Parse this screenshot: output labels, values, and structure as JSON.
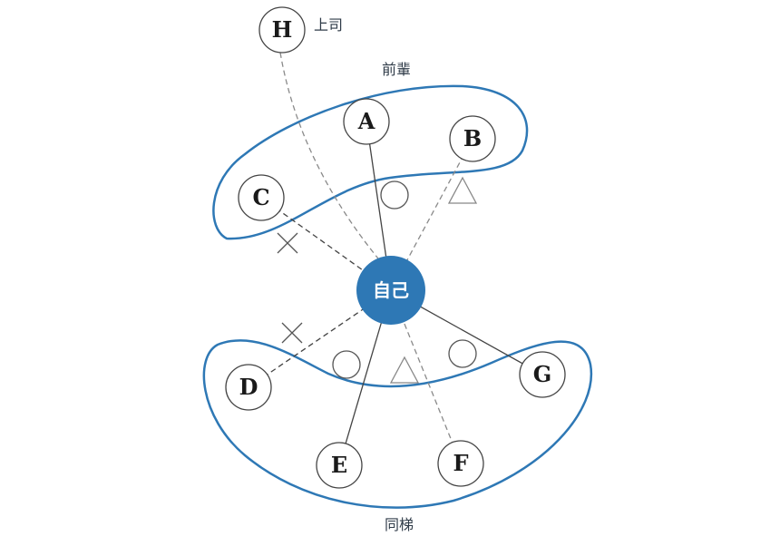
{
  "colors": {
    "accent": "#2e78b5",
    "line": "#444444",
    "dashed_light": "#8a8a8a"
  },
  "center": {
    "label": "自己"
  },
  "groups": {
    "boss": "上司",
    "seniors": "前輩",
    "peers": "同梯"
  },
  "nodes": [
    {
      "id": "H",
      "label": "H",
      "link": "dashed-light",
      "mark": "none"
    },
    {
      "id": "A",
      "label": "A",
      "link": "solid",
      "mark": "circle"
    },
    {
      "id": "B",
      "label": "B",
      "link": "dashed-light",
      "mark": "triangle"
    },
    {
      "id": "C",
      "label": "C",
      "link": "dashed",
      "mark": "cross"
    },
    {
      "id": "D",
      "label": "D",
      "link": "dashed",
      "mark": "cross"
    },
    {
      "id": "E",
      "label": "E",
      "link": "solid",
      "mark": "circle"
    },
    {
      "id": "F",
      "label": "F",
      "link": "dashed-light",
      "mark": "triangle"
    },
    {
      "id": "G",
      "label": "G",
      "link": "solid",
      "mark": "circle"
    }
  ]
}
